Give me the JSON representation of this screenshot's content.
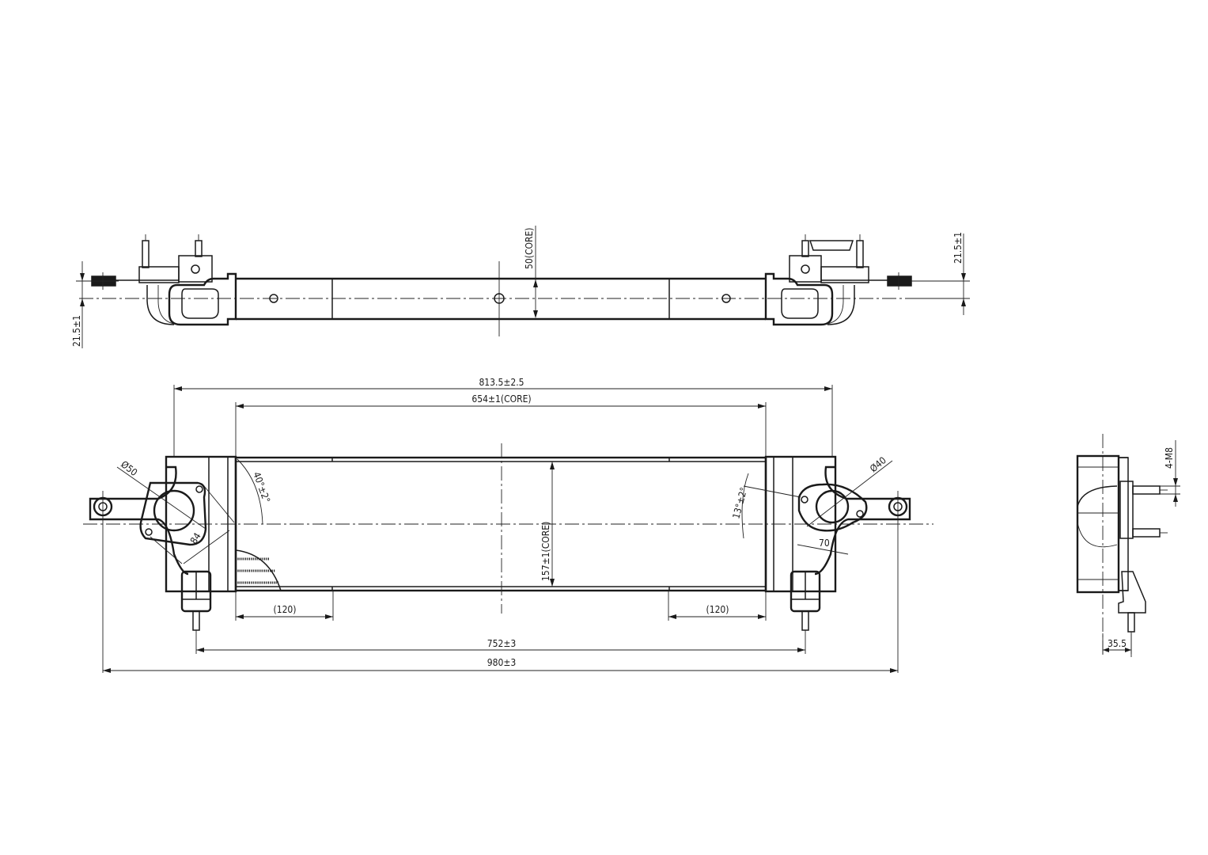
{
  "drawing": {
    "subject": "intercooler",
    "line_color": "#1a1a1a",
    "background": "#ffffff"
  },
  "top_view": {
    "dims": {
      "left_offset": "21.5±1",
      "right_offset": "21.5±1",
      "core_thickness": "50(CORE)"
    }
  },
  "front_view": {
    "dims": {
      "overall_tank_width": "813.5±2.5",
      "core_width": "654±1(CORE)",
      "core_height": "157±1(CORE)",
      "left_segment": "(120)",
      "right_segment": "(120)",
      "mount_span": "752±3",
      "overall_length": "980±3",
      "inlet_diameter": "Ø50",
      "inlet_angle": "40°±2°",
      "inlet_flange_span": "84",
      "outlet_diameter": "Ø40",
      "outlet_angle": "13°±2°",
      "outlet_flange_span": "70"
    }
  },
  "side_view": {
    "dims": {
      "thread_spec": "4-M8",
      "depth": "35.5"
    }
  }
}
